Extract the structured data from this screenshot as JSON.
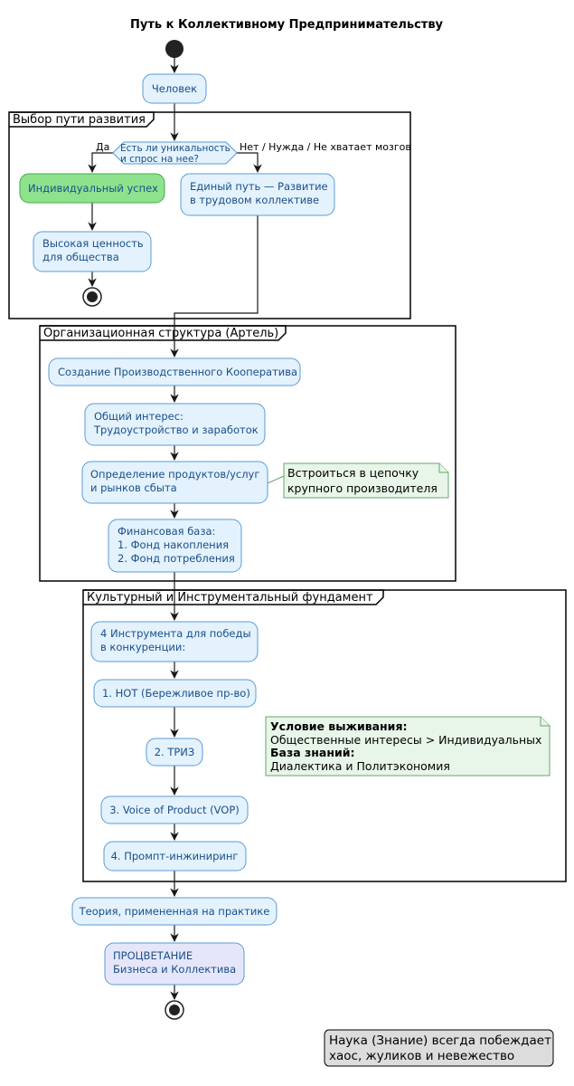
{
  "title": "Путь к Коллективному Предпринимательству",
  "activities": {
    "person": "Человек",
    "individual_success": "Индивидуальный успех",
    "high_value": [
      "Высокая ценность",
      "для общества"
    ],
    "single_path": [
      "Единый путь — Развитие",
      "в трудовом коллективе"
    ],
    "create_coop": "Создание Производственного Кооператива",
    "common_interest": [
      "Общий интерес:",
      "Трудоустройство и заработок"
    ],
    "products": [
      "Определение продуктов/услуг",
      "и рынков сбыта"
    ],
    "finance": [
      "Финансовая база:",
      "1. Фонд накопления",
      "2. Фонд потребления"
    ],
    "four_tools": [
      "4 Инструмента для победы",
      "в конкуренции:"
    ],
    "tool1": "1. НОТ (Бережливое пр-во)",
    "tool2": "2. ТРИЗ",
    "tool3": "3. Voice of Product (VOP)",
    "tool4": "4. Промпт-инжиниринг",
    "theory": "Теория, примененная на практике",
    "prosperity": [
      "ПРОЦВЕТАНИЕ",
      "Бизнеса и Коллектива"
    ]
  },
  "decision": {
    "question": [
      "Есть ли уникальность",
      "и спрос на нее?"
    ],
    "yes": "Да",
    "no": "Нет / Нужда / Не хватает мозгов"
  },
  "partitions": {
    "choice": "Выбор пути развития",
    "org": "Организационная структура (Артель)",
    "culture": "Культурный и Инструментальный фундамент"
  },
  "notes": {
    "chain": [
      "Встроиться в цепочку",
      "крупного производителя"
    ],
    "survival_title": "Условие выживания:",
    "survival_text": "Общественные интересы > Индивидуальных",
    "knowledge_title": "База знаний:",
    "knowledge_text": "Диалектика и Политэкономия"
  },
  "legend": [
    "Наука (Знание) всегда побеждает",
    "хаос, жуликов и невежество"
  ],
  "colors": {
    "activity_fill": "#e3f2fd",
    "activity_border": "#5b9bd5",
    "success_fill": "#8ee28e",
    "final_fill": "#e6e6fa",
    "note_fill": "#e8f5e9",
    "legend_fill": "#dcdcdc",
    "text_blue": "#1a4f8b"
  }
}
